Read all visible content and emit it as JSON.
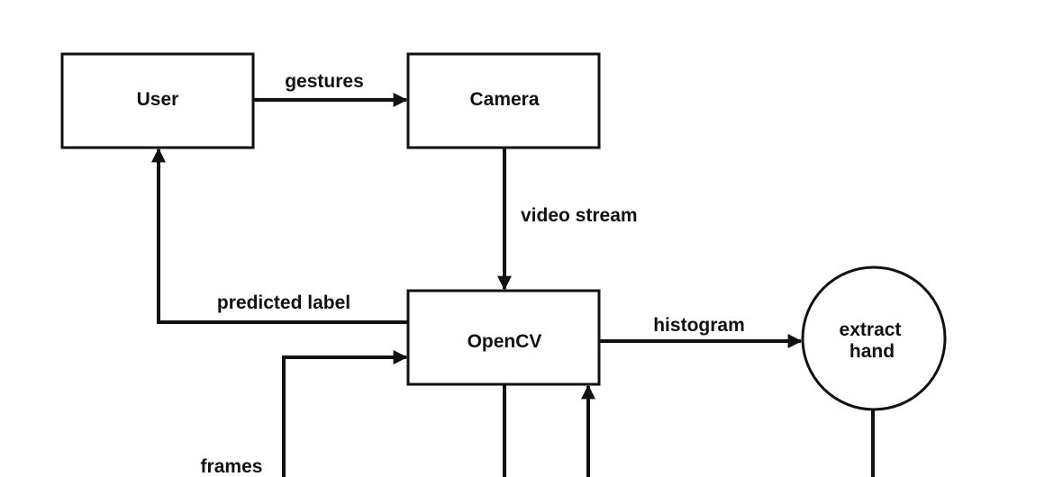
{
  "nodes": {
    "user": "User",
    "camera": "Camera",
    "opencv": "OpenCV",
    "extract_hand_line1": "extract",
    "extract_hand_line2": "hand"
  },
  "edges": {
    "gestures": "gestures",
    "video_stream": "video stream",
    "predicted_label": "predicted label",
    "histogram": "histogram",
    "frames": "frames"
  },
  "colors": {
    "stroke": "#111111",
    "background": "#ffffff"
  }
}
